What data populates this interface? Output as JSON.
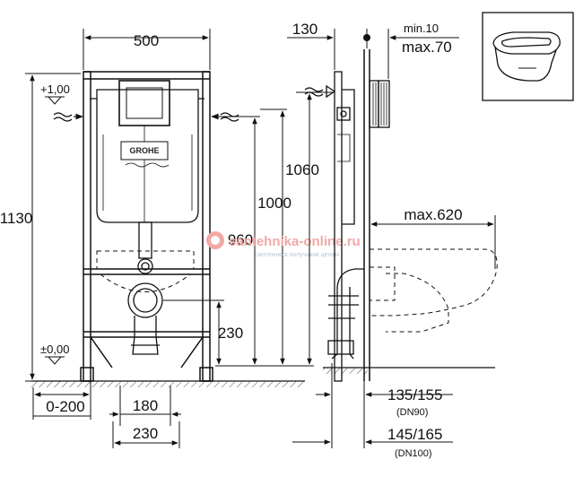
{
  "front_view": {
    "width_label": "500",
    "height_label": "1130",
    "level_top_label": "+1,00",
    "level_zero_label": "±0,00",
    "dim_960": "960",
    "dim_1000": "1000",
    "dim_230_outlet": "230",
    "dim_0_200": "0-200",
    "dim_180": "180",
    "dim_230_bottom": "230",
    "brand_label": "GROHE"
  },
  "side_view": {
    "dim_130": "130",
    "dim_min": "min.10",
    "dim_max": "max.70",
    "dim_1060": "1060",
    "dim_max620": "max.620",
    "dim_135_155": "135/155",
    "dim_dn90": "(DN90)",
    "dim_145_165": "145/165",
    "dim_dn100": "(DN100)"
  },
  "watermark": {
    "text": "santehnika-online.ru",
    "tagline": "сантехника получшим ценам"
  }
}
